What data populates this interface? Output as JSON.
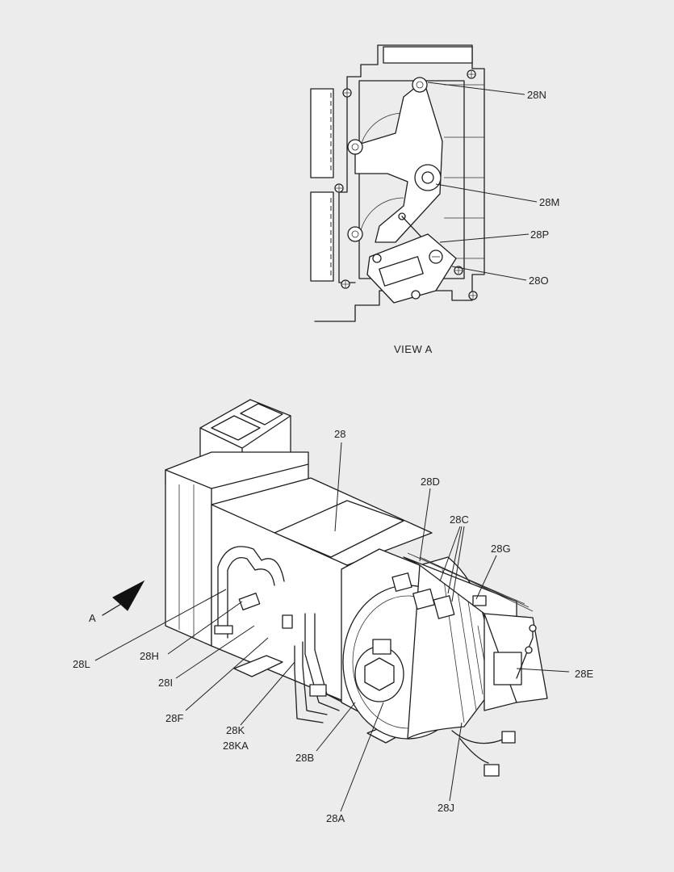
{
  "view_caption": "VIEW  A",
  "arrow_label": "A",
  "callouts": {
    "c28N": "28N",
    "c28M": "28M",
    "c28P": "28P",
    "c28O": "28O",
    "c28": "28",
    "c28D": "28D",
    "c28C": "28C",
    "c28G": "28G",
    "c28E": "28E",
    "c28L": "28L",
    "c28H": "28H",
    "c28I": "28I",
    "c28F": "28F",
    "c28K": "28K",
    "c28KA": "28KA",
    "c28B": "28B",
    "c28A": "28A",
    "c28J": "28J"
  }
}
